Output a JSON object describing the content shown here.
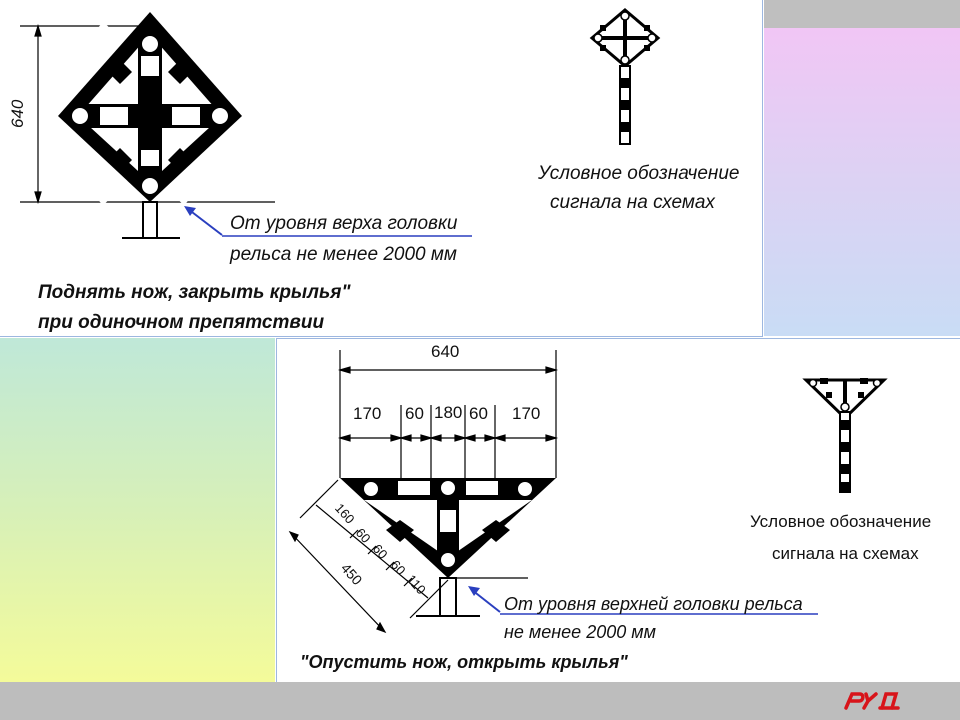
{
  "top": {
    "dimension_640": "640",
    "note_line1": "От уровня верха головки",
    "note_line2": "рельса не менее 2000 мм",
    "symbol_caption_line1": "Условное обозначение",
    "symbol_caption_line2": "сигнала на схемах",
    "title_line1": "Поднять нож, закрыть крылья\"",
    "title_line2": "при одиночном препятствии"
  },
  "bottom": {
    "dim_total": "640",
    "dim_170_left": "170",
    "dim_60_left": "60",
    "dim_180": "180",
    "dim_60_right": "60",
    "dim_170_right": "170",
    "diag_160": "160",
    "diag_60a": "60",
    "diag_60b": "60",
    "diag_60c": "60",
    "diag_110": "110",
    "diag_450": "450",
    "note_line1": "От уровня верхней головки рельса",
    "note_line2": "не менее 2000 мм",
    "symbol_caption_line1": "Условное  обозначение",
    "symbol_caption_line2": "сигнала на схемах",
    "title": "\"Опустить нож, открыть крылья\""
  },
  "colors": {
    "arrow": "#2a3fbf",
    "logo": "#d8141a",
    "panel_border": "#9db7e0"
  },
  "icons": {
    "logo": "rzd-logo"
  }
}
